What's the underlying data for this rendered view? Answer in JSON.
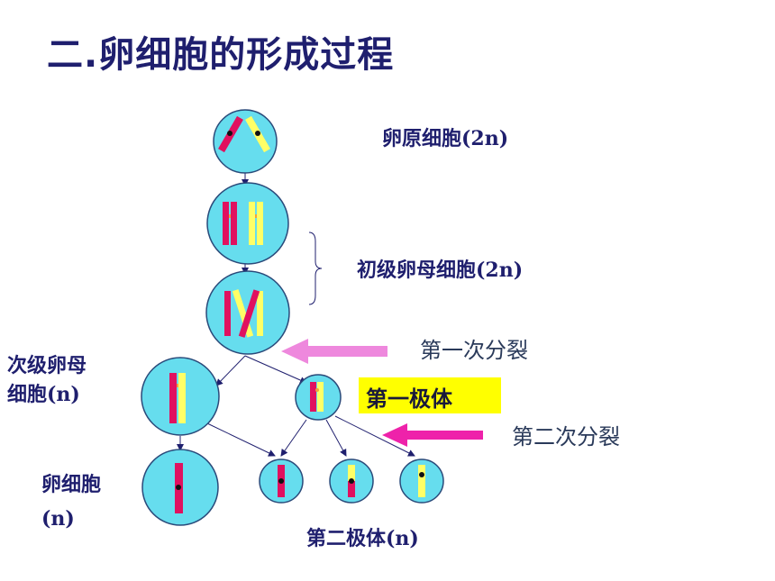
{
  "title": "二.卵细胞的形成过程",
  "labels": {
    "oogonium": "卵原细胞(2n)",
    "primary_oocyte": "初级卵母细胞(2n)",
    "secondary_oocyte_line1": "次级卵母",
    "secondary_oocyte_line2": "细胞(n)",
    "first_polar_body": "第一极体",
    "egg_line1": "卵细胞",
    "egg_line2": "(n)",
    "second_polar_body": "第二极体(n)",
    "first_division": "第一次分裂",
    "second_division": "第二次分裂"
  },
  "colors": {
    "cell_fill": "#66ddee",
    "cell_stroke": "#2a4a7a",
    "chromosome_red": "#e0115f",
    "chromosome_yellow": "#ffff66",
    "arrow_pink_light": "#ee88dd",
    "arrow_pink": "#ee22aa",
    "highlight": "#ffff00"
  }
}
